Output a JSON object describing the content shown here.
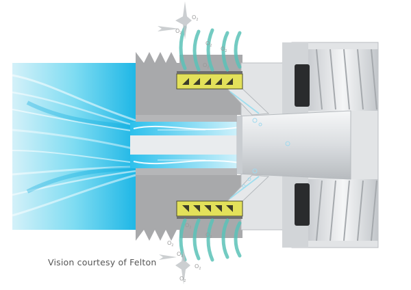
{
  "caption": "Vision courtesy of Felton",
  "labels": {
    "oxygen": "O",
    "oxygen_sub": "2"
  },
  "colors": {
    "water_light": "#cdeff8",
    "water_mid": "#5fd2ef",
    "water_deep": "#17b6e6",
    "metal_light": "#eef0f2",
    "metal_mid": "#c8ccd0",
    "metal_dark": "#8e9398",
    "body_gray": "#a9aaac",
    "air_arc": "#5bc2b8",
    "yellow_ring": "#e3e15a",
    "seal_black": "#2a2b2d"
  },
  "icons": [
    "air-inlet-arc-icon",
    "air-direction-triangle-icon",
    "oxygen-molecule-icon",
    "sparkle-icon"
  ]
}
